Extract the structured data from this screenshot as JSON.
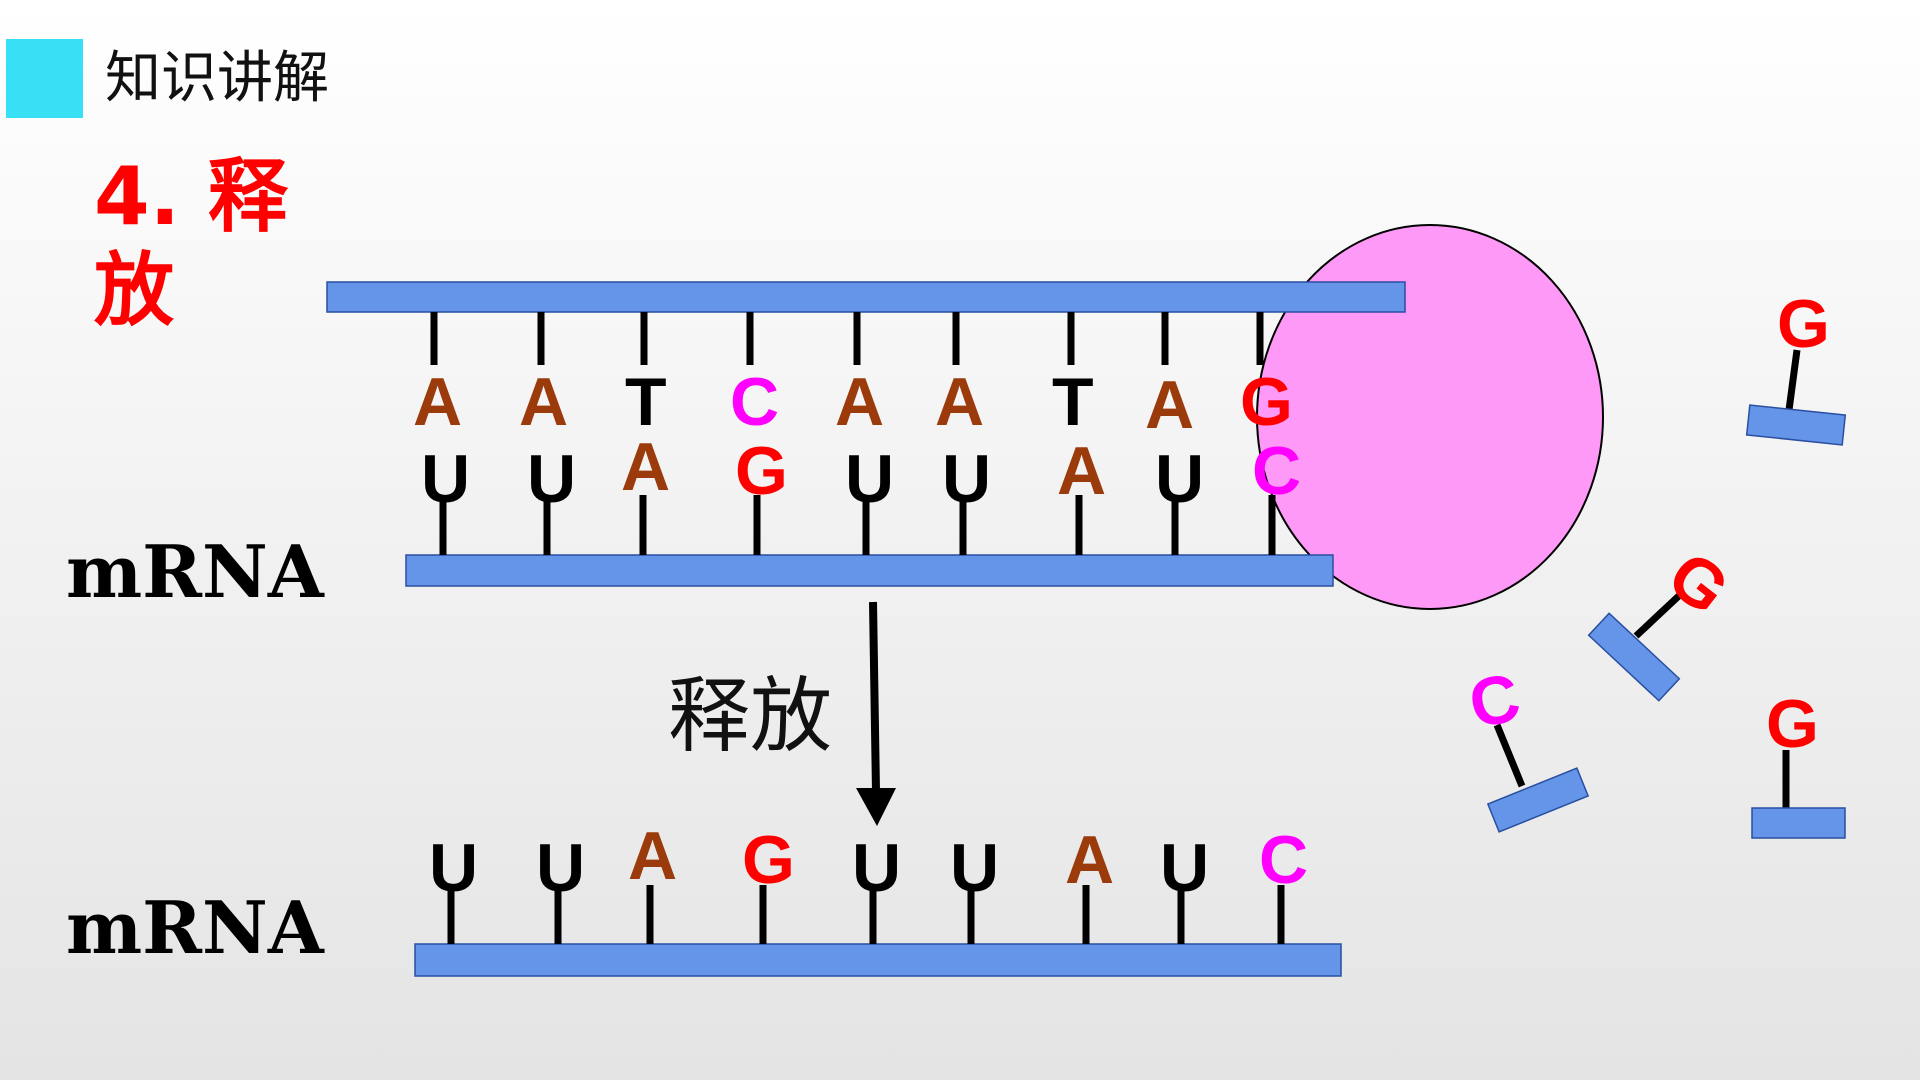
{
  "header": {
    "title": "知识讲解"
  },
  "step_title": "4. 释放",
  "labels": {
    "mrna_1": "mRNA",
    "mrna_2": "mRNA",
    "release": "释放"
  },
  "colors": {
    "strand": "#6495e8",
    "ribosome": "#ff99f8",
    "A": "#9b3a0a",
    "T": "#000000",
    "U": "#000000",
    "C": "#ff00ff",
    "G": "#ff0000",
    "header_accent": "#38e0f5"
  },
  "dna_top_bases": [
    "A",
    "A",
    "T",
    "C",
    "A",
    "A",
    "T",
    "A",
    "G"
  ],
  "mrna_bound_bases": [
    "U",
    "U",
    "A",
    "G",
    "U",
    "U",
    "A",
    "U",
    "C"
  ],
  "mrna_released_bases": [
    "U",
    "U",
    "A",
    "G",
    "U",
    "U",
    "A",
    "U",
    "C"
  ],
  "free_nucleotides": [
    "G",
    "G",
    "C",
    "G"
  ]
}
